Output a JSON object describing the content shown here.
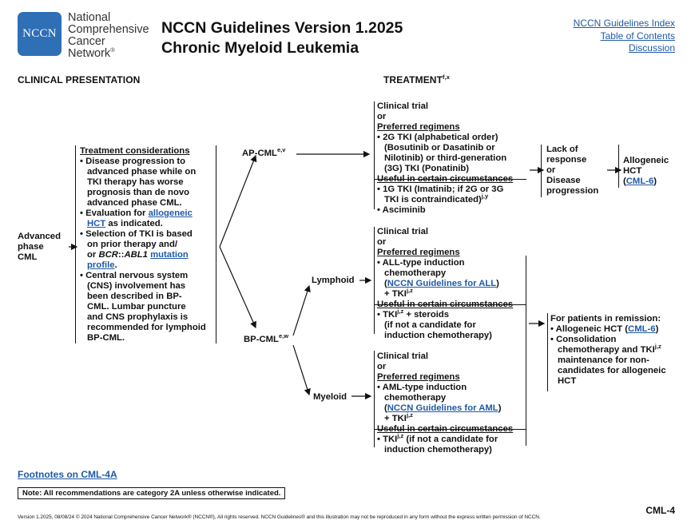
{
  "header": {
    "logo_text": "NCCN",
    "org_line1": "National",
    "org_line2": "Comprehensive",
    "org_line3": "Cancer",
    "org_line4": "Network",
    "org_reg": "®",
    "title_line1": "NCCN Guidelines Version 1.2025",
    "title_line2": "Chronic Myeloid Leukemia",
    "links": [
      "NCCN Guidelines Index",
      "Table of Contents",
      "Discussion"
    ]
  },
  "sections": {
    "clinical_presentation": "CLINICAL PRESENTATION",
    "treatment": "TREATMENT",
    "treatment_sup": "f,x"
  },
  "presentation": [
    "Advanced",
    "phase",
    "CML"
  ],
  "considerations": {
    "title": "Treatment considerations",
    "b1": [
      "• Disease progression to",
      "advanced phase while on",
      "TKI therapy has worse",
      "prognosis than de novo",
      "advanced phase CML."
    ],
    "b2_pre": "• Evaluation for ",
    "b2_link1": "allogeneic",
    "b2_link2": "HCT",
    "b2_post": " as indicated.",
    "b3_line1": "• Selection of TKI is based",
    "b3_line2": "on prior therapy and/",
    "b3_or": "or ",
    "b3_bcr": "BCR",
    "b3_colons": "::",
    "b3_abl": "ABL1",
    "b3_link1": "mutation",
    "b3_link2": "profile",
    "b3_period": ".",
    "b4": [
      "• Central nervous system",
      "(CNS) involvement has",
      "been described in BP-",
      "CML. Lumbar puncture",
      "and CNS prophylaxis is",
      "recommended for lymphoid",
      "BP-CML."
    ]
  },
  "ap": {
    "label": "AP-CML",
    "sup": "e,v",
    "clinical_trial": "Clinical trial",
    "or": "or",
    "preferred": "Preferred regimens",
    "lines": [
      "• 2G TKI (alphabetical order)",
      "(Bosutinib or Dasatinib or",
      "Nilotinib) or third-generation",
      "(3G) TKI (Ponatinib)"
    ],
    "useful": "Useful in certain circumstances",
    "tki1_line1": "• 1G TKI (Imatinib; if 2G or 3G",
    "tki1_line2": "TKI is contraindicated)",
    "tki1_sup": "j,y",
    "asciminib": "• Asciminib",
    "lack": [
      "Lack of",
      "response",
      "or",
      "Disease",
      "progression"
    ],
    "allo": [
      "Allogeneic",
      "HCT"
    ],
    "allo_link": "CML-6"
  },
  "bp": {
    "label": "BP-CML",
    "sup": "e,w",
    "lymphoid": "Lymphoid",
    "myeloid": "Myeloid",
    "lym": {
      "clinical_trial": "Clinical trial",
      "or": "or",
      "preferred": "Preferred regimens",
      "l1": "• ALL-type induction",
      "l2": "chemotherapy",
      "link": "NCCN Guidelines for ALL",
      "tki": "+ TKI",
      "tki_sup": "j,z",
      "useful": "Useful in certain circumstances",
      "u1": "• TKI",
      "u1_sup": "j,z",
      "u1_post": " + steroids",
      "u2": "(if not a candidate for",
      "u3": "induction chemotherapy)"
    },
    "mye": {
      "clinical_trial": "Clinical trial",
      "or": "or",
      "preferred": "Preferred regimens",
      "l1": "• AML-type induction",
      "l2": "chemotherapy",
      "link": "NCCN Guidelines for AML",
      "tki": "+ TKI",
      "tki_sup": "j,z",
      "useful": "Useful in certain circumstances",
      "u1": "• TKI",
      "u1_sup": "j,z",
      "u1_post": " (if not a candidate for",
      "u2": "induction chemotherapy)"
    },
    "remission": {
      "title": "For patients in remission:",
      "a_pre": "• Allogeneic HCT (",
      "a_link": "CML-6",
      "a_post": ")",
      "c1": "• Consolidation",
      "c2": "chemotherapy and TKI",
      "c2_sup": "j,z",
      "c3": "maintenance for non-",
      "c4": "candidates for allogeneic",
      "c5": "HCT"
    }
  },
  "footnotes_link": "Footnotes on CML-4A",
  "note": "Note: All recommendations are category 2A unless otherwise indicated.",
  "footer": "Version 1.2025, 08/08/24 © 2024 National Comprehensive Cancer Network® (NCCN®), All rights reserved. NCCN Guidelines® and this illustration may not be reproduced in any form without the express written permission of NCCN.",
  "page_id": "CML-4"
}
